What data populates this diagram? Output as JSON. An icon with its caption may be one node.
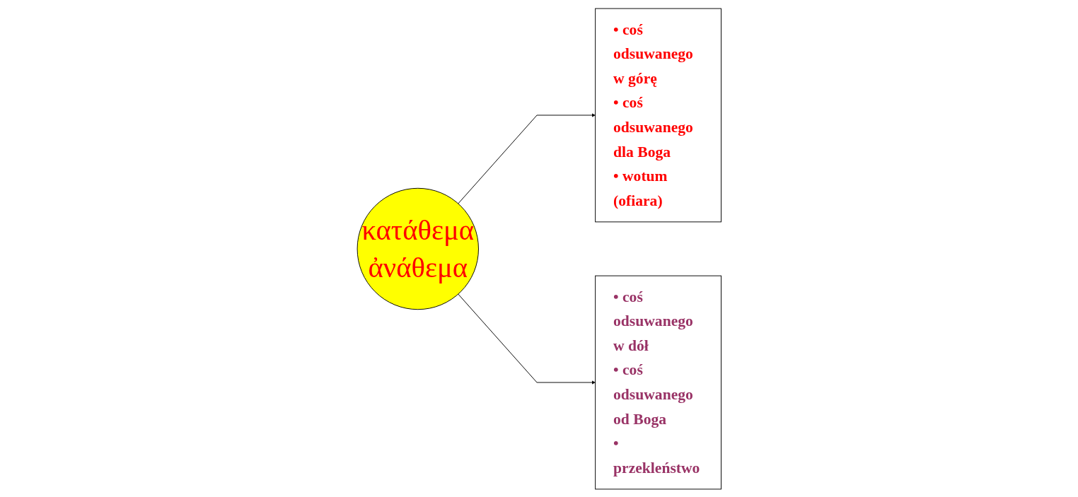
{
  "diagram": {
    "nodes": [
      {
        "text": [
          "κατάθεμα",
          "ἀνάθεμα"
        ]
      },
      {
        "text": [
          "• coś odsuwanego w górę",
          "• coś odsuwanego dla Boga",
          "• wotum (ofiara)"
        ]
      },
      {
        "text": [
          "• coś odsuwanego w dół",
          "• coś odsuwanego od Boga",
          "• przekleństwo"
        ]
      }
    ],
    "edges": [
      {
        "from": 0,
        "to": 1,
        "arrow": "to"
      },
      {
        "from": 0,
        "to": 2,
        "arrow": "to"
      }
    ]
  }
}
